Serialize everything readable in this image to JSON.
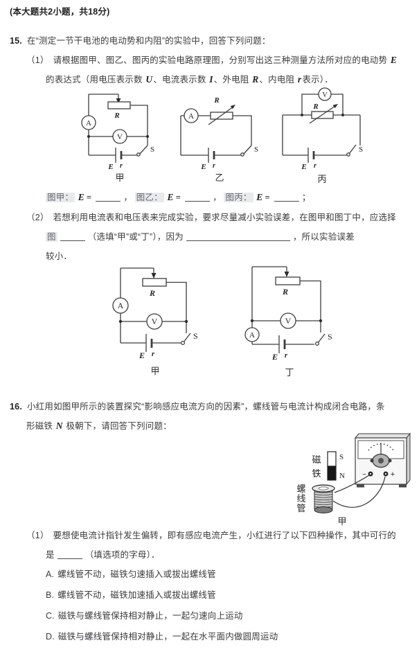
{
  "header": {
    "text": "(本大题共2小题，共18分)"
  },
  "q15": {
    "num": "15.",
    "stem": "在“测定一节干电池的电动势和内阻”的实验中，回答下列问题：",
    "p1": {
      "num": "（1）",
      "l1_text": "请根据图甲、图乙、图丙的实验电路原理图，分别写出这三种测量方法所对应的电动势",
      "l1_var": "E",
      "l2": {
        "t1": "的表达式（用电压表示数",
        "v1": "U",
        "t2": "、电流表示数",
        "v2": "I",
        "t3": "、外电阻",
        "v3": "R",
        "t4": "、内电阻",
        "v4": "r",
        "t5": "表示）．"
      }
    },
    "ans": {
      "tok1": "图甲：",
      "tok2": "图乙：",
      "tok3": "图丙：",
      "var": "E",
      "eq": "=",
      "comma": "，",
      "semi": "；"
    },
    "p2": {
      "num": "（2）",
      "l1": "若想利用电流表和电压表来完成实验，要求尽量减小实验误差，在图甲和图丁中，应选择",
      "l2_tok": "图",
      "l2_mid": "（选填“甲”或“丁”），因为",
      "l2_end": "，所以实验误差",
      "l3": "较小．"
    }
  },
  "circuits": {
    "ammeter": "A",
    "voltmeter": "V",
    "resistor": "R",
    "emf": "E",
    "internal_r": "r",
    "switch": "S",
    "jia": "甲",
    "yi": "乙",
    "bing": "丙",
    "jia2": "甲",
    "ding": "丁"
  },
  "q16": {
    "num": "16.",
    "l1": "小红用如图甲所示的装置探究“影响感应电流方向的因素”，螺线管与电流计构成闭合电路，条",
    "l2_pre": "形磁铁",
    "l2_var": "N",
    "l2_post": "极朝下，请回答下列问题：",
    "app": {
      "magnet_1": "磁",
      "magnet_2": "铁",
      "pole_s": "S",
      "pole_n": "N",
      "coil_1": "螺",
      "coil_2": "线",
      "coil_3": "管",
      "minus": "−",
      "plus": "+",
      "caption": "甲"
    },
    "p1": {
      "num": "（1）",
      "l1": "要想使电流计指针发生偏转，即有感应电流产生，小红进行了以下四种操作，其中可行的",
      "l2_pre": "是",
      "l2_post": "（填选项的字母）．",
      "options": [
        {
          "label": "A.",
          "text": "螺线管不动，磁铁匀速插入或拔出螺线管"
        },
        {
          "label": "B.",
          "text": "螺线管不动，磁铁加速插入或拔出螺线管"
        },
        {
          "label": "C.",
          "text": "磁铁与螺线管保持相对静止，一起匀速向上运动"
        },
        {
          "label": "D.",
          "text": "磁铁与螺线管保持相对静止，一起在水平面内做圆周运动"
        }
      ]
    }
  }
}
